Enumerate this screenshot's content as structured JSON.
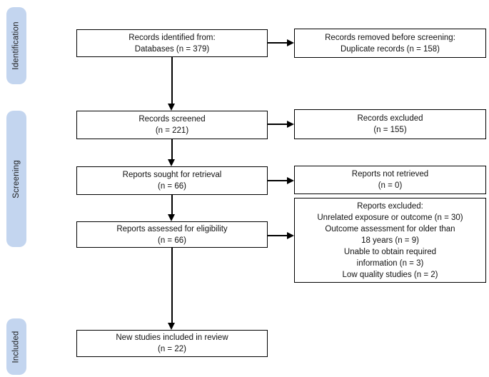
{
  "colors": {
    "stage_fill": "#c3d5ef",
    "box_border": "#000000",
    "box_fill": "#ffffff",
    "arrow": "#000000",
    "text": "#111111"
  },
  "stages": [
    {
      "label": "Identification"
    },
    {
      "label": "Screening"
    },
    {
      "label": "Included"
    }
  ],
  "boxes": {
    "identified": {
      "lines": [
        "Records identified from:",
        "Databases (n = 379)"
      ]
    },
    "removed": {
      "lines": [
        "Records removed before screening:",
        "Duplicate records (n = 158)"
      ]
    },
    "screened": {
      "lines": [
        "Records screened",
        "(n = 221)"
      ]
    },
    "excluded": {
      "lines": [
        "Records excluded",
        "(n = 155)"
      ]
    },
    "sought": {
      "lines": [
        "Reports sought for retrieval",
        "(n = 66)"
      ]
    },
    "not_retrieved": {
      "lines": [
        "Reports not retrieved",
        "(n = 0)"
      ]
    },
    "assessed": {
      "lines": [
        "Reports assessed for eligibility",
        "(n = 66)"
      ]
    },
    "reports_excluded": {
      "lines": [
        "Reports excluded:",
        "Unrelated exposure or outcome (n = 30)",
        "Outcome assessment for older than",
        "18 years (n = 9)",
        "Unable to obtain required",
        "information (n = 3)",
        "Low quality studies (n = 2)"
      ]
    },
    "included_review": {
      "lines": [
        "New studies included in review",
        "(n = 22)"
      ]
    }
  }
}
